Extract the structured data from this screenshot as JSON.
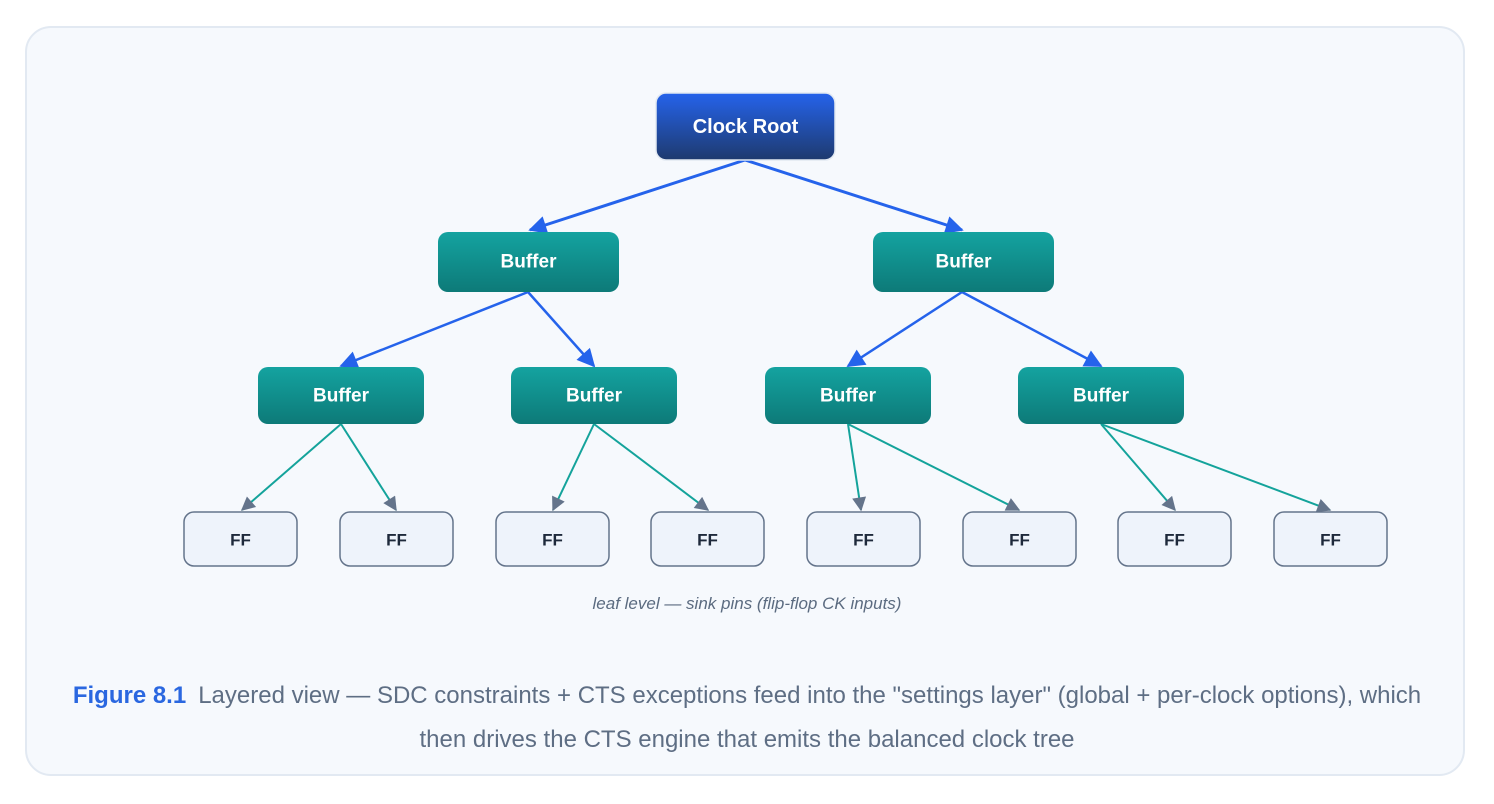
{
  "diagram": {
    "root": {
      "label": "Clock Root"
    },
    "level1": [
      {
        "label": "Buffer"
      },
      {
        "label": "Buffer"
      }
    ],
    "level2": [
      {
        "label": "Buffer"
      },
      {
        "label": "Buffer"
      },
      {
        "label": "Buffer"
      },
      {
        "label": "Buffer"
      }
    ],
    "leaves": [
      {
        "label": "FF"
      },
      {
        "label": "FF"
      },
      {
        "label": "FF"
      },
      {
        "label": "FF"
      },
      {
        "label": "FF"
      },
      {
        "label": "FF"
      },
      {
        "label": "FF"
      },
      {
        "label": "FF"
      }
    ],
    "leaf_note": "leaf level — sink pins (flip-flop CK inputs)",
    "colors": {
      "root_top": "#2563eb",
      "root_bottom": "#1e3a6e",
      "buffer_top": "#14a3a0",
      "buffer_bottom": "#0d7a78",
      "leaf_fill": "#eef3fb",
      "leaf_border": "#64748b",
      "edge_blue": "#2563eb",
      "edge_teal": "#14a39b",
      "arrow_gray": "#64748b"
    }
  },
  "caption": {
    "figure_label": "Figure 8.1",
    "text": "Layered view — SDC constraints + CTS exceptions feed into the \"settings layer\" (global + per-clock options), which then drives the CTS engine that emits the balanced clock tree"
  }
}
